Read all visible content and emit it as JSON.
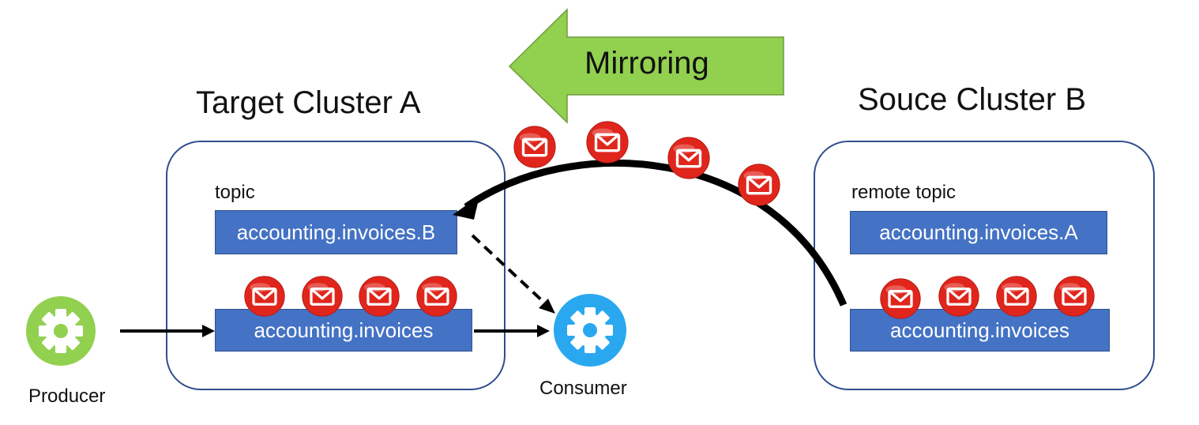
{
  "banner": {
    "label": "Mirroring",
    "color": "#92d050"
  },
  "target_cluster": {
    "title": "Target Cluster A",
    "topic_label": "topic",
    "remote_topic": "accounting.invoices.B",
    "local_topic": "accounting.invoices"
  },
  "source_cluster": {
    "title": "Souce Cluster B",
    "topic_label": "remote topic",
    "remote_topic": "accounting.invoices.A",
    "local_topic": "accounting.invoices"
  },
  "producer": {
    "label": "Producer",
    "icon": "gear-icon",
    "color": "#92d050"
  },
  "consumer": {
    "label": "Consumer",
    "icon": "gear-icon",
    "color": "#29a8f0"
  },
  "colors": {
    "topic_fill": "#4472c4",
    "message_red": "#e0261c",
    "cluster_border": "#2f4e8c"
  }
}
